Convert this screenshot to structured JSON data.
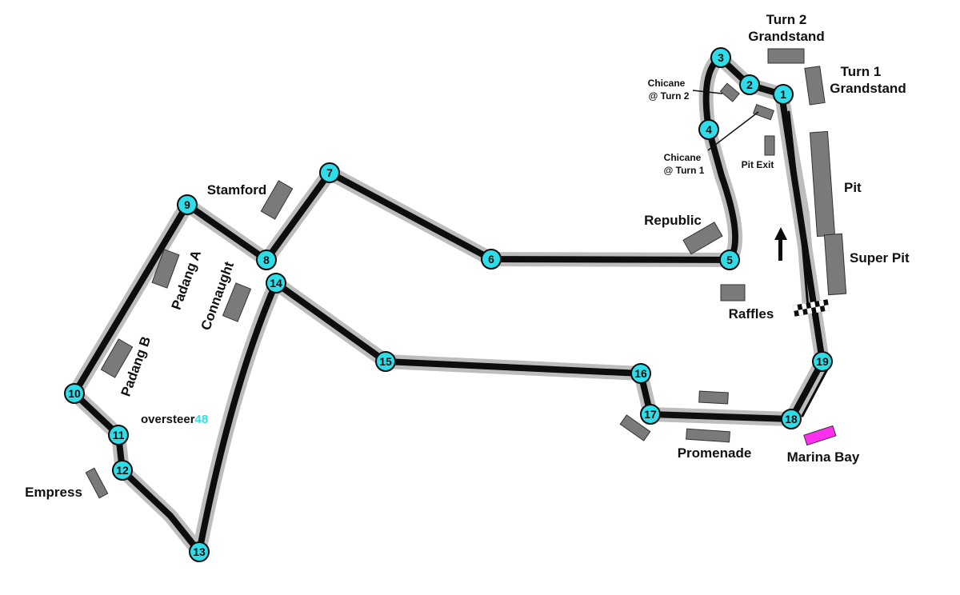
{
  "turns": [
    "1",
    "2",
    "3",
    "4",
    "5",
    "6",
    "7",
    "8",
    "9",
    "10",
    "11",
    "12",
    "13",
    "14",
    "15",
    "16",
    "17",
    "18",
    "19"
  ],
  "labels": {
    "turn2_grandstand": [
      "Turn 2",
      "Grandstand"
    ],
    "turn1_grandstand": [
      "Turn 1",
      "Grandstand"
    ],
    "chicane_turn2": [
      "Chicane",
      "@ Turn 2"
    ],
    "chicane_turn1": [
      "Chicane",
      "@ Turn 1"
    ],
    "pit_exit": "Pit Exit",
    "pit": "Pit",
    "super_pit": "Super Pit",
    "republic": "Republic",
    "raffles": "Raffles",
    "stamford": "Stamford",
    "padang_a": "Padang A",
    "padang_b": "Padang B",
    "connaught": "Connaught",
    "empress": "Empress",
    "promenade": "Promenade",
    "marina_bay": "Marina Bay"
  },
  "brand": {
    "name": "oversteer",
    "number": "48"
  },
  "colors": {
    "track": "#0d0d0d",
    "track_outline": "#bdbdbd",
    "turn_marker": "#2fdde8",
    "grandstand": "#7a7a7a",
    "highlight_grandstand": "#ff2ff0",
    "brand_accent": "#2fdde8"
  }
}
